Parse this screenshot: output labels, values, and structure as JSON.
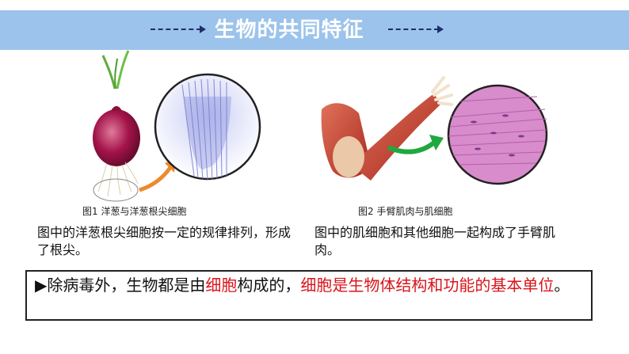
{
  "banner": {
    "title": "生物的共同特征"
  },
  "figure1": {
    "caption": "图1 洋葱与洋葱根尖细胞",
    "text": "图中的洋葱根尖细胞按一定的规律排列，形成了根尖。"
  },
  "figure2": {
    "caption": "图2 手臂肌肉与肌细胞",
    "text": "图中的肌细胞和其他细胞一起构成了手臂肌肉。"
  },
  "summary": {
    "bullet": "▶",
    "p1": "除",
    "p2": "病毒",
    "p3": "外，生物都是由",
    "p4": "细胞",
    "p5": "构成的，",
    "p6": "细胞是生物体结构和功能的",
    "p7": "基本单位",
    "p8": "。"
  },
  "colors": {
    "banner": "#9cc3eb",
    "highlight": "#d9141b"
  }
}
